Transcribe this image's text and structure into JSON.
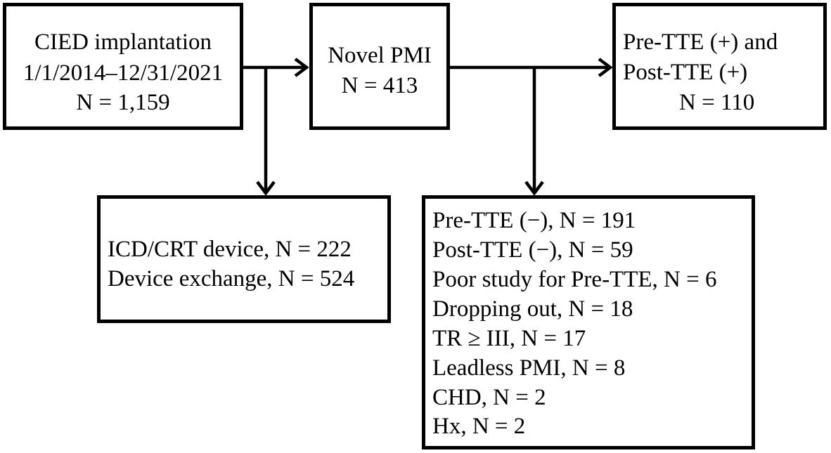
{
  "boxes": {
    "cied": {
      "lines": [
        "CIED implantation",
        "1/1/2014–12/31/2021",
        "N = 1,159"
      ]
    },
    "novel_pmi": {
      "lines": [
        "Novel PMI",
        "N = 413"
      ]
    },
    "pre_post_positive": {
      "lines": [
        "Pre-TTE (+) and",
        "Post-TTE (+)",
        "N = 110"
      ]
    },
    "excluded_device": {
      "lines": [
        "ICD/CRT device, N = 222",
        "Device exchange, N = 524"
      ]
    },
    "excluded_other": {
      "lines": [
        "Pre-TTE (−), N = 191",
        "Post-TTE (−), N = 59",
        "Poor study for Pre-TTE, N = 6",
        "Dropping out, N = 18",
        "TR ≥ III, N = 17",
        "Leadless PMI, N = 8",
        "CHD, N = 2",
        "Hx, N = 2"
      ]
    }
  }
}
